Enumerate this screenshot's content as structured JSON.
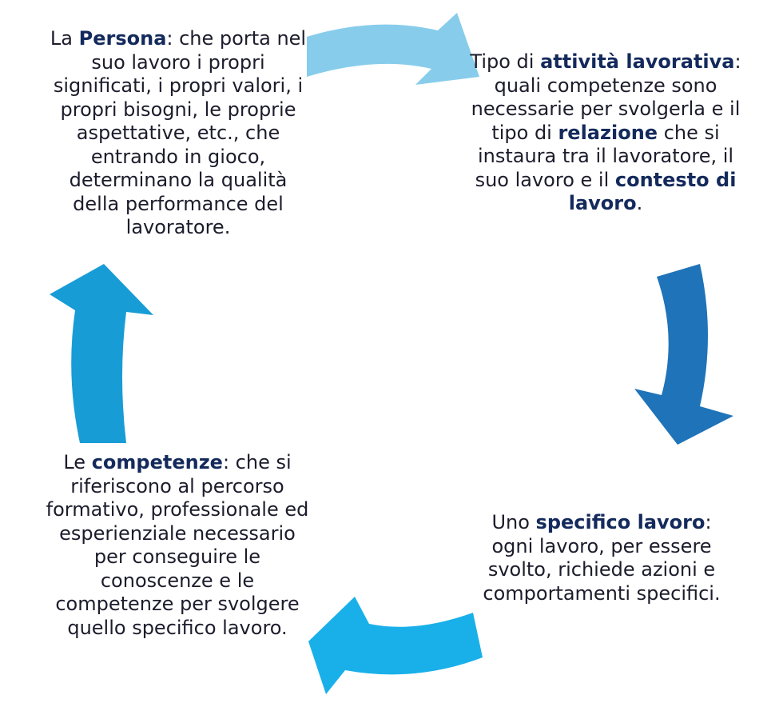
{
  "blocks": {
    "persona": {
      "t1": "La ",
      "b1": "Persona",
      "t2": ": che porta nel suo lavoro i propri significati, i propri valori, i propri bisogni, le proprie aspettative, etc., che entrando in gioco, determinano la qualità della performance del lavoratore."
    },
    "attivita": {
      "t1": "Tipo di ",
      "b1": "attività lavorativa",
      "t2": ": quali competenze sono necessarie per svolgerla e il tipo di ",
      "b2": "relazione",
      "t3": " che si instaura tra il lavoratore, il suo lavoro e il ",
      "b3": "contesto di lavoro",
      "t4": "."
    },
    "lavoro": {
      "t1": "Uno ",
      "b1": "specifico lavoro",
      "t2": ": ogni lavoro, per essere svolto, richiede azioni e comportamenti specifici."
    },
    "competenze": {
      "t1": "Le ",
      "b1": "competenze",
      "t2": ": che si riferiscono al percorso formativo, professionale ed esperienziale necessario per conseguire le conoscenze e le competenze per svolgere quello specifico lavoro."
    }
  },
  "colors": {
    "arrow_top": "#87CDEB",
    "arrow_right": "#1F73B8",
    "arrow_bottom": "#19B0EA",
    "arrow_left": "#189CD6",
    "bold_text": "#142a5c"
  }
}
